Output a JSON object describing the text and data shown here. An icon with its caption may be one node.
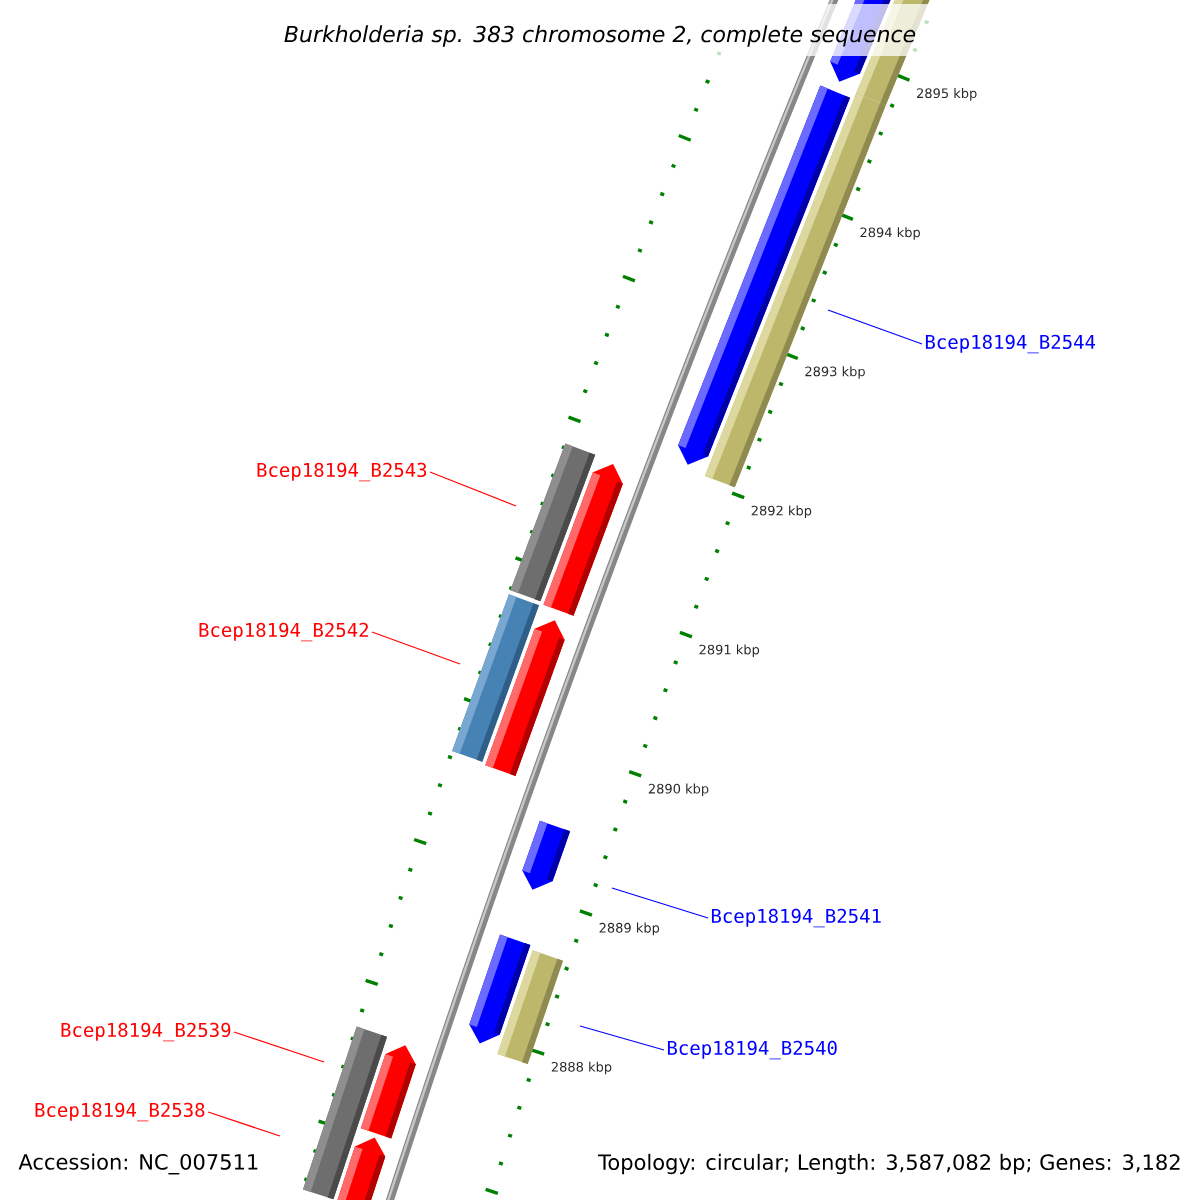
{
  "diagram": {
    "title": "*Burkholderia* *sp. 383 chromosome 2, complete sequence*",
    "nodes": [
      {
        "text": [
          "Bcep18194_B2544"
        ]
      },
      {
        "text": [
          "Bcep18194_B2543"
        ]
      },
      {
        "text": [
          "Bcep18194_B2542"
        ]
      },
      {
        "text": [
          "Bcep18194_B2541"
        ]
      },
      {
        "text": [
          "Bcep18194_B2539"
        ]
      },
      {
        "text": [
          "Bcep18194_B2540"
        ]
      },
      {
        "text": [
          "Bcep18194_B2538"
        ]
      }
    ],
    "edges": [
      {
        "from": 0,
        "to": null,
        "arrow": "none",
        "color": "#0000ff"
      },
      {
        "from": 1,
        "to": null,
        "arrow": "none",
        "color": "#ff0000"
      },
      {
        "from": 2,
        "to": null,
        "arrow": "none",
        "color": "#ff0000"
      },
      {
        "from": 3,
        "to": null,
        "arrow": "none",
        "color": "#0000ff"
      },
      {
        "from": 4,
        "to": null,
        "arrow": "none",
        "color": "#ff0000"
      },
      {
        "from": 5,
        "to": null,
        "arrow": "none",
        "color": "#0000ff"
      },
      {
        "from": 6,
        "to": null,
        "arrow": "none",
        "color": "#ff0000"
      }
    ],
    "labels": [
      "2895 kbp",
      "2894 kbp",
      "2893 kbp",
      "2892 kbp",
      "2891 kbp",
      "2890 kbp",
      "2889 kbp",
      "2888 kbp",
      "Accession: NC_007511",
      "Topology: circular; Length: 3,587,082 bp; Genes: 3,182"
    ]
  }
}
